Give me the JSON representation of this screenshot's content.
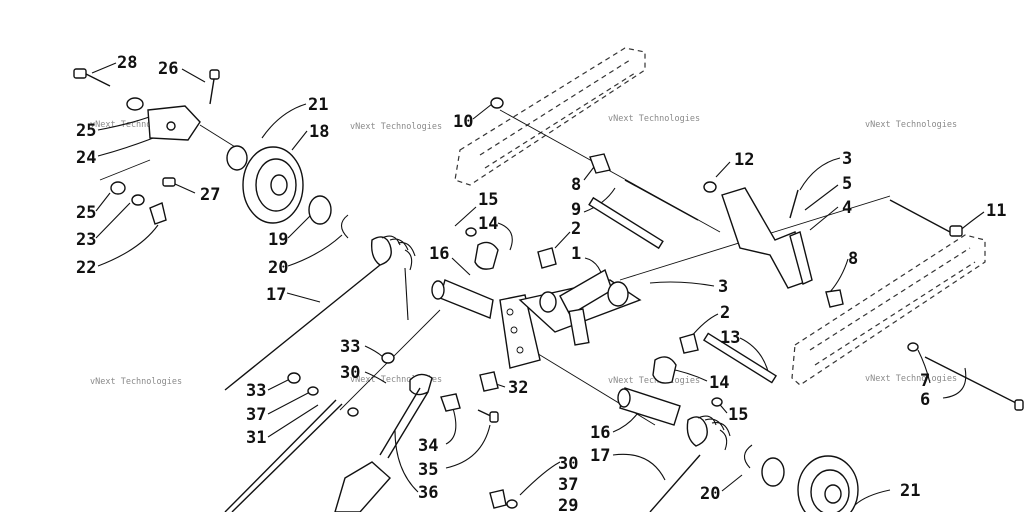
{
  "diagram": {
    "callouts": [
      "28",
      "26",
      "21",
      "18",
      "25",
      "24",
      "27",
      "25",
      "23",
      "22",
      "19",
      "20",
      "17",
      "10",
      "15",
      "14",
      "16",
      "2",
      "1",
      "8",
      "9",
      "12",
      "3",
      "5",
      "4",
      "11",
      "8",
      "3",
      "2",
      "13",
      "33",
      "30",
      "33",
      "37",
      "31",
      "32",
      "34",
      "35",
      "36",
      "14",
      "15",
      "16",
      "17",
      "30",
      "37",
      "29",
      "20",
      "21",
      "7",
      "6"
    ],
    "watermark": "vNext Technologies"
  }
}
